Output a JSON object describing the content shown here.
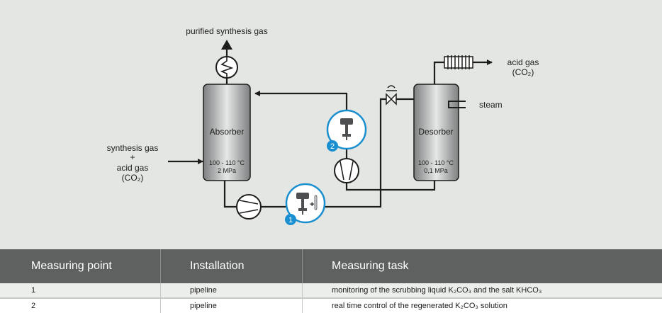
{
  "diagram": {
    "labels": {
      "purified_gas": "purified synthesis gas",
      "acid_gas_out_1": "acid gas",
      "acid_gas_out_2": "(CO₂)",
      "steam": "steam",
      "feed_1": "synthesis gas",
      "feed_2": "+",
      "feed_3": "acid gas",
      "feed_4": "(CO₂)"
    },
    "absorber": {
      "name": "Absorber",
      "temperature": "100 - 110 °C",
      "pressure": "2 MPa"
    },
    "desorber": {
      "name": "Desorber",
      "temperature": "100 - 110 °C",
      "pressure": "0,1 MPa"
    },
    "measuring_points": [
      {
        "number": "1"
      },
      {
        "number": "2"
      }
    ],
    "colors": {
      "vessel_dark": "#7d7f80",
      "vessel_light": "#e6e7e7",
      "badge_blue": "#1a8fd0",
      "line": "#1d1d1b"
    }
  },
  "table": {
    "headers": [
      "Measuring point",
      "Installation",
      "Measuring task"
    ],
    "rows": [
      {
        "point": "1",
        "installation": "pipeline",
        "task": "monitoring of the scrubbing liquid K₂CO₃ and the salt KHCO₃"
      },
      {
        "point": "2",
        "installation": "pipeline",
        "task": "real time control of the regenerated K₂CO₃ solution"
      }
    ],
    "colors": {
      "header_bg": "#5f6161",
      "header_text": "#ffffff",
      "row_bg_1": "#eceeeb",
      "row_bg_2": "#ffffff"
    }
  }
}
